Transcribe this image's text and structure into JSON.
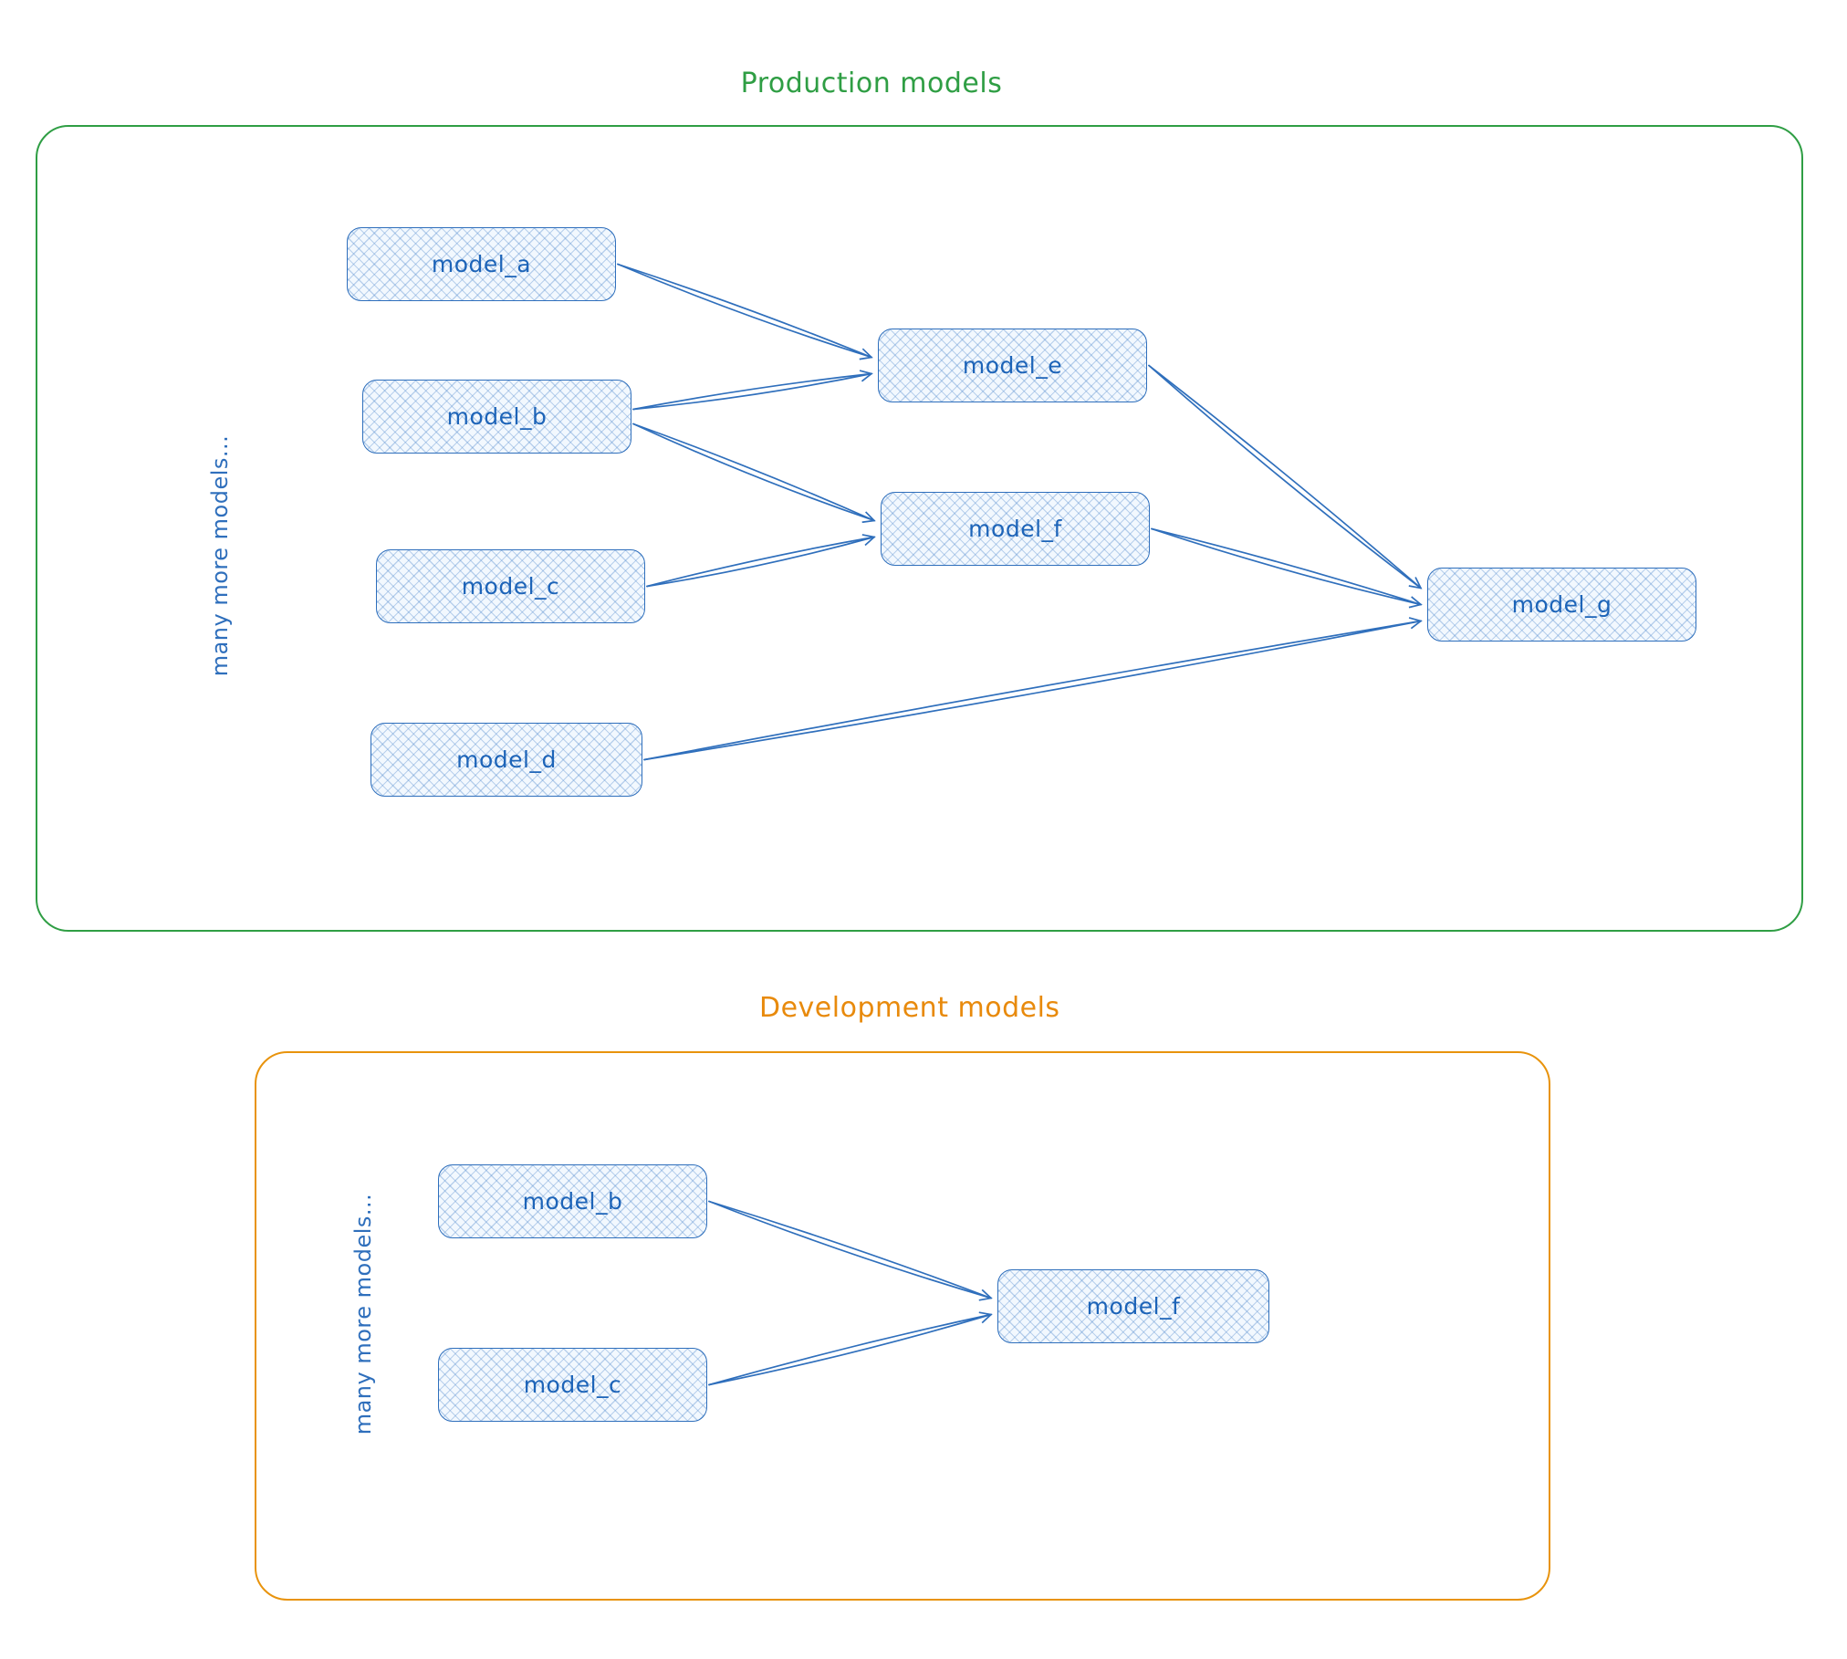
{
  "production": {
    "title": "Production models",
    "side_label": "many more models...",
    "nodes": [
      {
        "id": "p_model_a",
        "label": "model_a"
      },
      {
        "id": "p_model_b",
        "label": "model_b"
      },
      {
        "id": "p_model_c",
        "label": "model_c"
      },
      {
        "id": "p_model_d",
        "label": "model_d"
      },
      {
        "id": "p_model_e",
        "label": "model_e"
      },
      {
        "id": "p_model_f",
        "label": "model_f"
      },
      {
        "id": "p_model_g",
        "label": "model_g"
      }
    ]
  },
  "development": {
    "title": "Development models",
    "side_label": "many more models...",
    "nodes": [
      {
        "id": "d_model_b",
        "label": "model_b"
      },
      {
        "id": "d_model_c",
        "label": "model_c"
      },
      {
        "id": "d_model_f",
        "label": "model_f"
      }
    ]
  },
  "edges": [
    {
      "from": "p_model_a",
      "to": "p_model_e"
    },
    {
      "from": "p_model_b",
      "to": "p_model_e"
    },
    {
      "from": "p_model_b",
      "to": "p_model_f"
    },
    {
      "from": "p_model_c",
      "to": "p_model_f"
    },
    {
      "from": "p_model_e",
      "to": "p_model_g"
    },
    {
      "from": "p_model_f",
      "to": "p_model_g"
    },
    {
      "from": "p_model_d",
      "to": "p_model_g"
    },
    {
      "from": "d_model_b",
      "to": "d_model_f"
    },
    {
      "from": "d_model_c",
      "to": "d_model_f"
    }
  ],
  "colors": {
    "node_stroke": "#2f6fbc",
    "node_fill": "#f2f8fe",
    "arrow": "#2f6fbc",
    "production_accent": "#2f9e44",
    "development_accent": "#e8930c"
  }
}
